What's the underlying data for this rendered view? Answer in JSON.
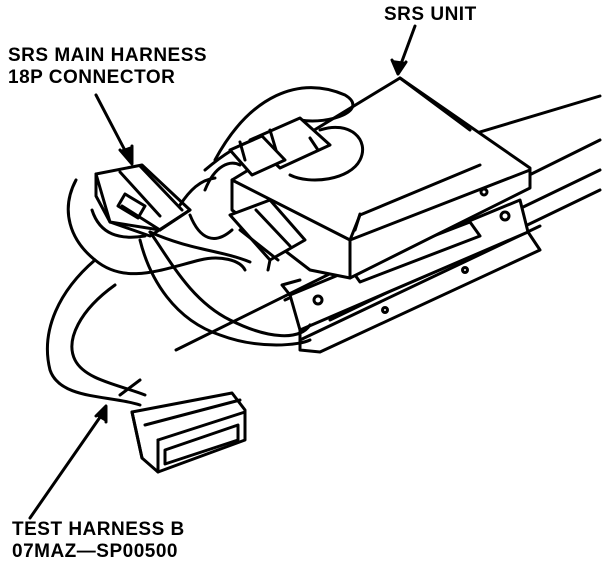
{
  "labels": {
    "srs_unit": "SRS UNIT",
    "main_harness_line1": "SRS MAIN HARNESS",
    "main_harness_line2": "18P CONNECTOR",
    "test_harness_line1": "TEST HARNESS B",
    "test_harness_line2": "07MAZ—SP00500"
  },
  "colors": {
    "ink": "#000000",
    "paper": "#ffffff"
  }
}
